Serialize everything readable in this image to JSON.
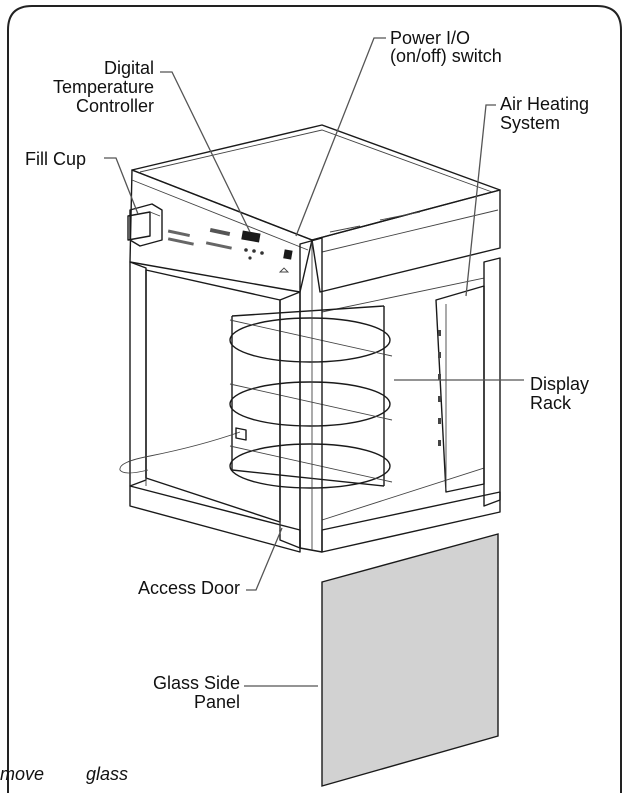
{
  "labels": {
    "power_switch": [
      "Power I/O",
      "(on/off) switch"
    ],
    "temp_controller": [
      "Digital",
      "Temperature",
      "Controller"
    ],
    "fill_cup": "Fill Cup",
    "air_heating": [
      "Air Heating",
      "System"
    ],
    "display_rack": [
      "Display",
      "Rack"
    ],
    "access_door": "Access Door",
    "glass_panel": [
      "Glass Side",
      "Panel"
    ]
  },
  "caption": {
    "left": "move",
    "right": "glass"
  },
  "colors": {
    "frame": "#1a1a1a",
    "leader": "#555555",
    "glass_fill": "#d2d2d2",
    "interior_fill": "#e8e8e8"
  }
}
